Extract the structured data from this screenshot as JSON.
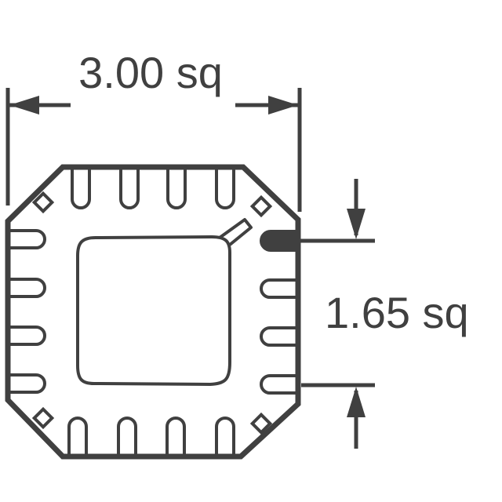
{
  "diagram": {
    "ink_color": "#404040",
    "background_color": "#ffffff",
    "outer_dimension": {
      "label": "3.00 sq"
    },
    "pad_dimension": {
      "label": "1.65 sq"
    },
    "package": {
      "pins_per_side": 4,
      "corner_tabs": 4,
      "pin1_marker": "filled-top-right-pin"
    }
  }
}
